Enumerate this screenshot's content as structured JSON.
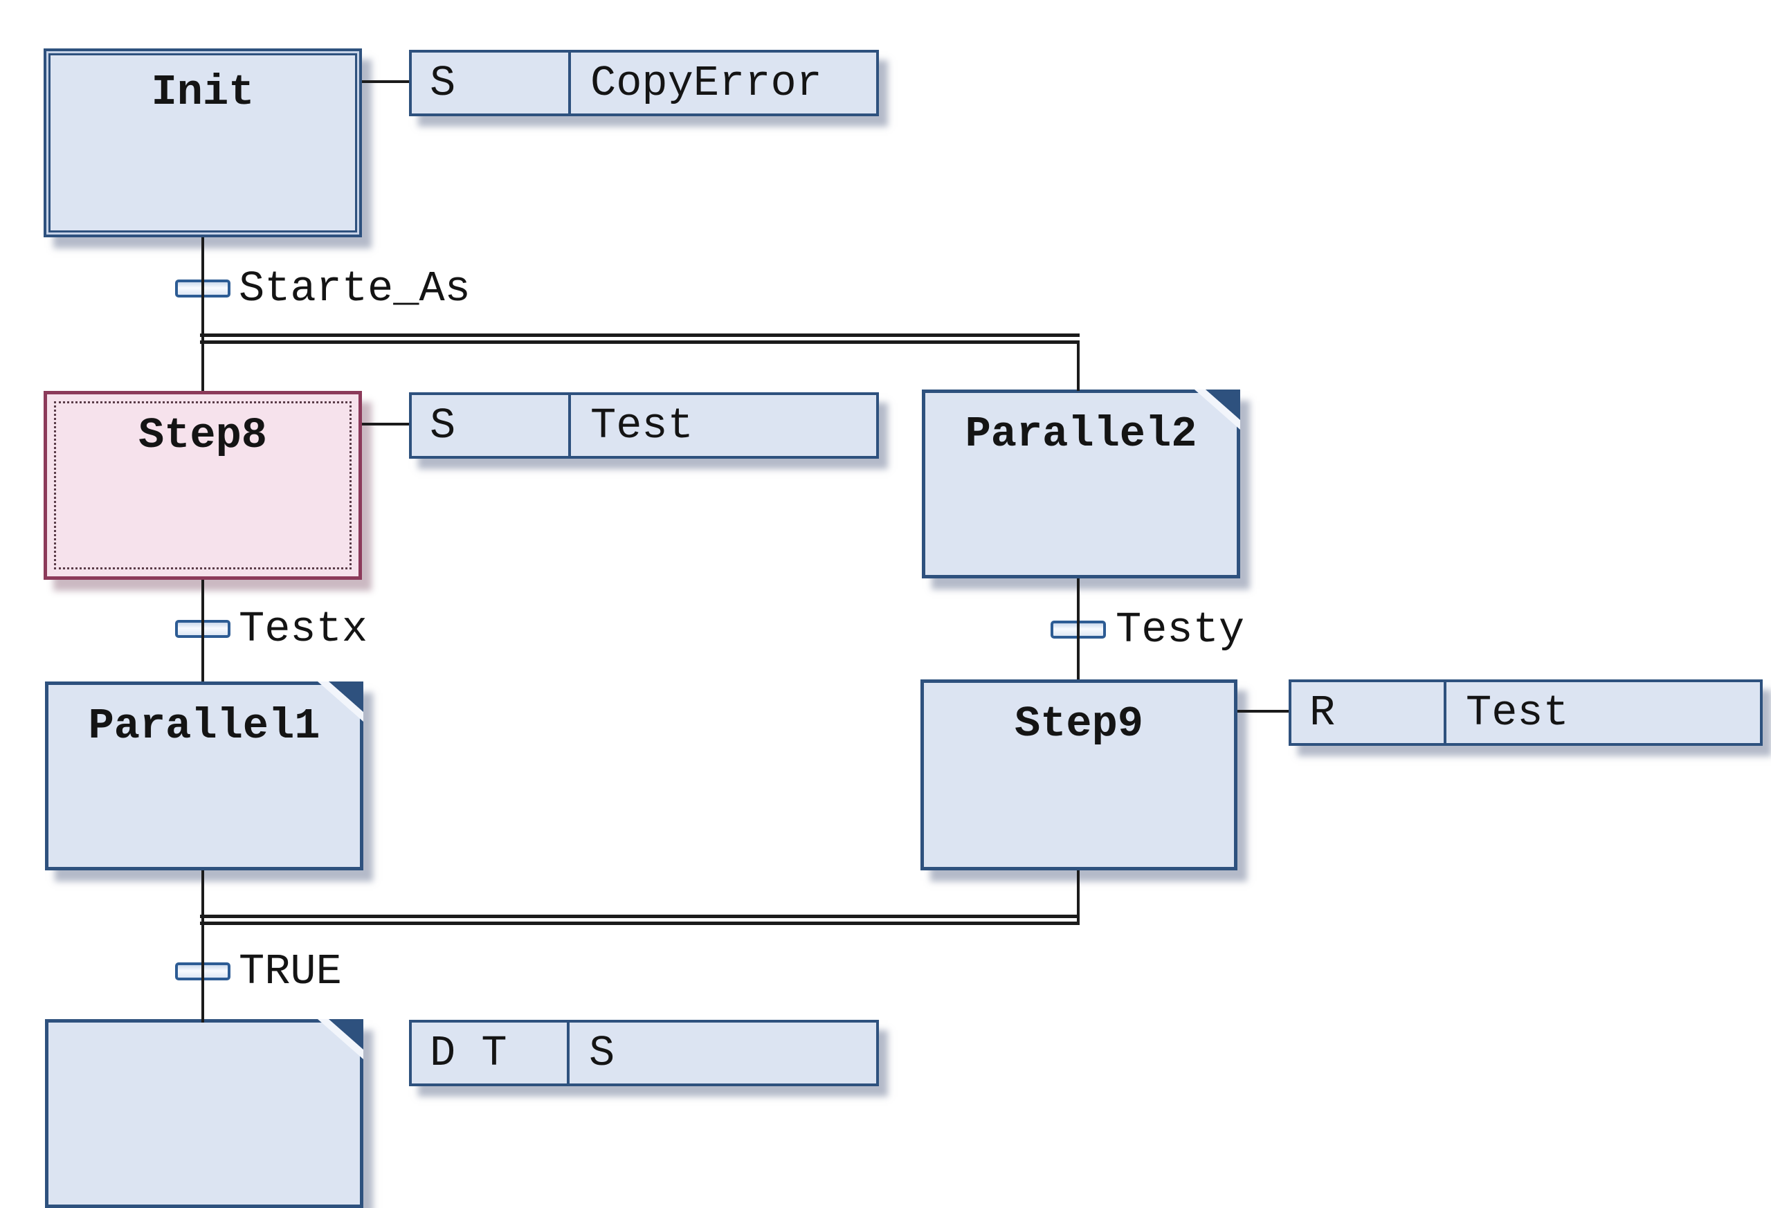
{
  "colors": {
    "line": "#1b1b1b",
    "step-fill": "#dce4f2",
    "step-border": "#2e517e",
    "active-fill": "#f6e2ec",
    "active-border": "#8c3a5a",
    "tick-border": "#2d5c94",
    "shadow": "rgba(105,118,148,0.50)",
    "active-shadow": "rgba(140,100,120,0.45)"
  },
  "steps": {
    "init": {
      "label": "Init"
    },
    "step8": {
      "label": "Step8"
    },
    "parallel1": {
      "label": "Parallel1"
    },
    "parallel2": {
      "label": "Parallel2"
    },
    "step9": {
      "label": "Step9"
    }
  },
  "transitions": {
    "starte_as": {
      "label": "Starte_As"
    },
    "testx": {
      "label": "Testx"
    },
    "testy": {
      "label": "Testy"
    },
    "true": {
      "label": "TRUE"
    }
  },
  "actions": {
    "init_action": {
      "qualifier": "S",
      "name": "CopyError"
    },
    "step8_action": {
      "qualifier": "S",
      "name": "Test"
    },
    "step9_action": {
      "qualifier": "R",
      "name": "Test"
    },
    "bottom_action": {
      "qualifier": "D T",
      "name": "S"
    }
  }
}
